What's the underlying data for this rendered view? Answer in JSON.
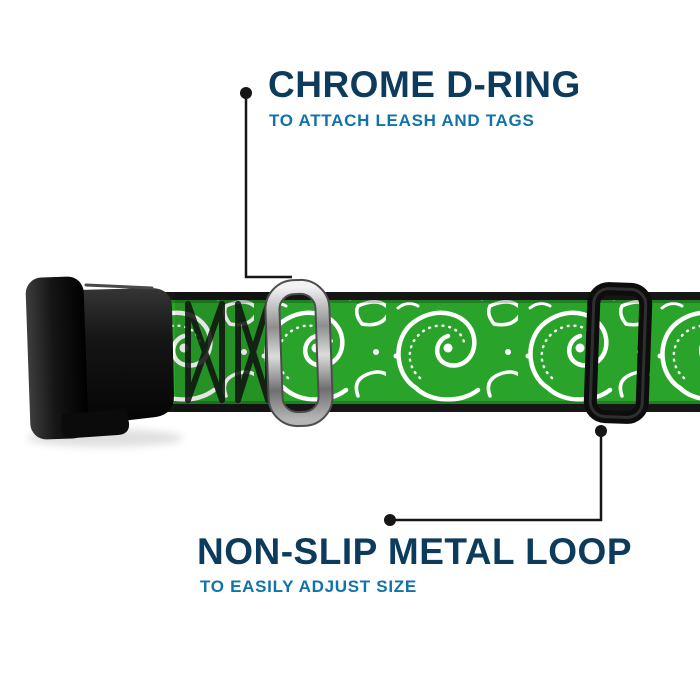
{
  "annotations": {
    "top": {
      "title": "CHROME D-RING",
      "subtitle": "TO ATTACH LEASH AND TAGS"
    },
    "bottom": {
      "title": "NON-SLIP METAL LOOP",
      "subtitle": "TO EASILY ADJUST SIZE"
    }
  },
  "colors": {
    "title_color": "#0d3b5c",
    "subtitle_color": "#1173a9",
    "collar_green": "#2aa32a",
    "callout_color": "#161616"
  }
}
